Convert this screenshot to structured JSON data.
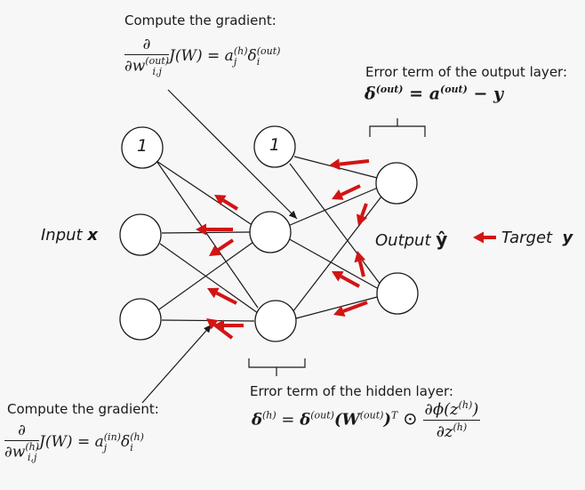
{
  "labels": {
    "compute_gradient_top": "Compute the gradient:",
    "compute_gradient_bottom": "Compute the gradient:",
    "error_output": "Error term of the output layer:",
    "error_hidden": "Error term of the hidden layer:",
    "input_text": "Input",
    "input_var": "x",
    "output_text": "Output",
    "output_var": "ŷ",
    "target_text": "Target",
    "target_var": "y",
    "bias_input": "1",
    "bias_hidden": "1"
  },
  "equations": {
    "grad_top": {
      "partial": "∂",
      "w": "∂w",
      "w_sup": "(out)",
      "w_sub": "i,j",
      "rhs_a": "J(W) = a",
      "a_sup": "(h)",
      "a_sub": "j",
      "delta": "δ",
      "delta_sup": "(out)",
      "delta_sub": "i"
    },
    "grad_bottom": {
      "partial": "∂",
      "w": "∂w",
      "w_sup": "(h)",
      "w_sub": "i,j",
      "rhs_a": "J(W) = a",
      "a_sup": "(in)",
      "a_sub": "j",
      "delta": "δ",
      "delta_sup": "(h)",
      "delta_sub": "i"
    },
    "error_output": {
      "lhs": "δ",
      "lhs_sup": "(out)",
      "eq": "=",
      "a": "a",
      "a_sup": "(out)",
      "minus_y": "− y"
    },
    "error_hidden": {
      "lhs": "δ",
      "lhs_sup": "(h)",
      "eq": "=",
      "d": "δ",
      "d_sup": "(out)",
      "w_open": "(W",
      "w_sup": "(out)",
      "w_close": ")",
      "t": "T",
      "odot": "⊙",
      "num": "∂ϕ(z",
      "num_sup": "(h)",
      "num_close": ")",
      "den": "∂z",
      "den_sup": "(h)"
    }
  },
  "colors": {
    "arrow": "#d21414",
    "line": "#1a1a1a",
    "background": "#f7f7f7"
  }
}
